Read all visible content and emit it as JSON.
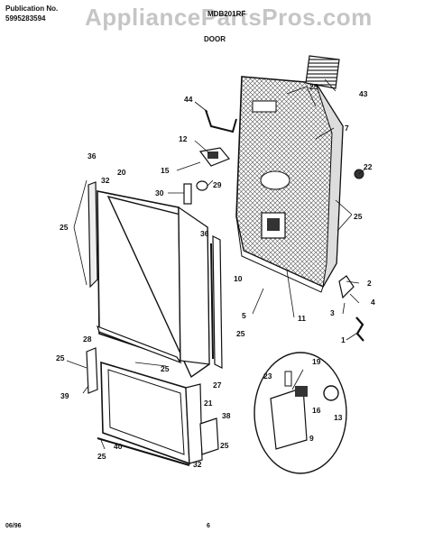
{
  "header": {
    "publication_label": "Publication No.",
    "publication_number": "5995283594",
    "model_number": "MDB201RF",
    "section_title": "DOOR"
  },
  "watermark": "AppliancePartsPros.com",
  "footer": {
    "date": "06/96",
    "page": "6"
  },
  "callouts": [
    "43",
    "25",
    "44",
    "7",
    "12",
    "15",
    "22",
    "29",
    "30",
    "36",
    "32",
    "20",
    "25",
    "25",
    "36",
    "10",
    "2",
    "4",
    "5",
    "11",
    "3",
    "25",
    "1",
    "28",
    "25",
    "25",
    "27",
    "19",
    "23",
    "39",
    "21",
    "16",
    "13",
    "38",
    "9",
    "40",
    "25",
    "25",
    "32"
  ]
}
